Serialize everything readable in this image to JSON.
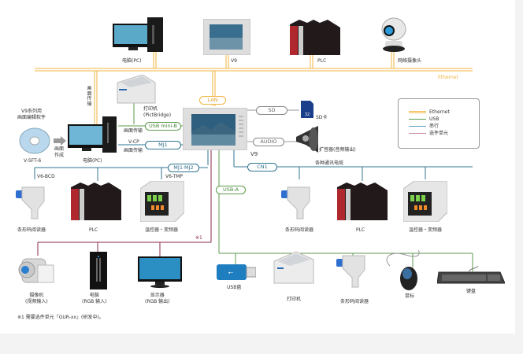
{
  "colors": {
    "ethernet": "#f0b440",
    "usb": "#5b9a4c",
    "serial": "#2f7390",
    "option_unit": "#8a2a4e",
    "background": "#ffffff",
    "page_bg": "#f3f3f3"
  },
  "top_row": {
    "pc_label": "电脑(PC)",
    "v9_label": "V9",
    "plc_label": "PLC",
    "camera_label": "网络摄像头",
    "ethernet_label": "Ethernet"
  },
  "left": {
    "software_title_line1": "V9系列用",
    "software_title_line2": "画面编辑软件",
    "software_name": "V-SFT-6",
    "arrow_label_line1": "画面",
    "arrow_label_line2": "作成",
    "pc_label": "电脑(PC)",
    "vertical_transfer_label": "画面传输",
    "printer_label_line1": "打印机",
    "printer_label_line2": "(PictBridge)",
    "usb_transfer_label": "画面传输",
    "vcp_label": "V-CP",
    "serial_transfer_label": "画面传输"
  },
  "center": {
    "v9_label": "V9",
    "ports": {
      "lan": "LAN",
      "usb_mini_b": "USB mini-B",
      "mj1": "MJ1",
      "mj1_mj2": "MJ1·MJ2",
      "cn1": "CN1",
      "usb_a": "USB-A",
      "sd": "SD",
      "audio": "AUDIO"
    },
    "sd_card_label": "SD卡",
    "sd_card_capacity": "32",
    "speaker_label": "扩音器(音频输出)"
  },
  "serial_left": {
    "v6_bcd": "V6-BCD",
    "v6_tmp": "V6-TMP",
    "barcode_label": "条形码阅读器",
    "plc_label": "PLC",
    "temp_label": "温控器・变频器"
  },
  "serial_right": {
    "cables_label": "各种通讯电缆",
    "barcode_label": "条形码阅读器",
    "plc_label": "PLC",
    "temp_label": "温控器・变频器"
  },
  "option_unit": {
    "note_mark": "※1",
    "camcorder_line1": "摄像机",
    "camcorder_line2": "(视频输入)",
    "pc_line1": "电脑",
    "pc_line2": "(RGB 输入)",
    "monitor_line1": "显示器",
    "monitor_line2": "(RGB 输出)"
  },
  "usb_devices": {
    "usb_drive": "USB盘",
    "printer": "打印机",
    "barcode": "条形码阅读器",
    "mouse": "鼠标",
    "keyboard": "键盘"
  },
  "legend": {
    "items": [
      {
        "label": "Ethernet",
        "color": "#f0b440"
      },
      {
        "label": "USB",
        "color": "#5b9a4c"
      },
      {
        "label": "串行",
        "color": "#2f7390"
      },
      {
        "label": "选件单元",
        "color": "#c9869c"
      }
    ]
  },
  "footnote": "※1 需要选件单元「GUR-xx」(研发中)。"
}
